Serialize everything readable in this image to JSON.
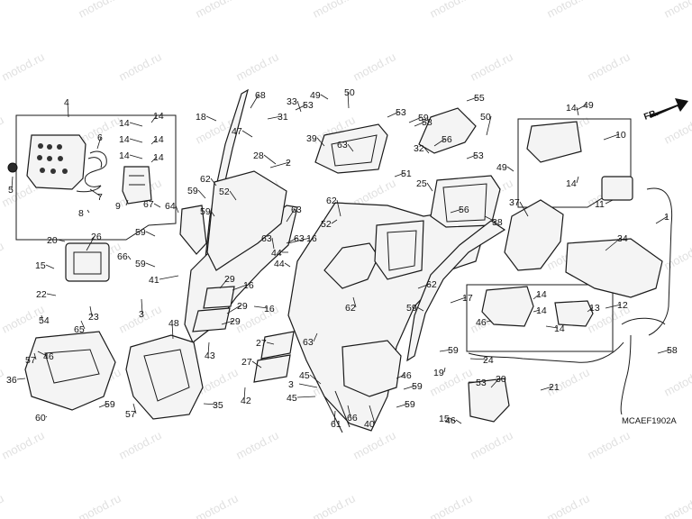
{
  "diagram": {
    "code": "MCAEF1902A",
    "direction_label": "FR.",
    "watermark_text": "motod.ru",
    "callouts": [
      "1",
      "2",
      "3",
      "3",
      "4",
      "5",
      "6",
      "7",
      "8",
      "9",
      "10",
      "11",
      "12",
      "13",
      "14",
      "14",
      "14",
      "14",
      "14",
      "14",
      "14",
      "14",
      "14",
      "14",
      "14",
      "15",
      "15",
      "16",
      "16",
      "16",
      "17",
      "18",
      "19",
      "20",
      "21",
      "22",
      "23",
      "24",
      "25",
      "26",
      "27",
      "27",
      "28",
      "29",
      "29",
      "29",
      "30",
      "31",
      "32",
      "33",
      "34",
      "35",
      "36",
      "37",
      "38",
      "39",
      "40",
      "41",
      "42",
      "43",
      "44",
      "44",
      "45",
      "45",
      "46",
      "46",
      "46",
      "46",
      "47",
      "48",
      "49",
      "49",
      "49",
      "50",
      "50",
      "51",
      "52",
      "52",
      "53",
      "53",
      "53",
      "53",
      "54",
      "55",
      "56",
      "56",
      "57",
      "57",
      "58",
      "58",
      "59",
      "59",
      "59",
      "59",
      "59",
      "59",
      "59",
      "59",
      "59",
      "59",
      "60",
      "61",
      "62",
      "62",
      "62",
      "62",
      "63",
      "63",
      "63",
      "63",
      "63",
      "64",
      "65",
      "66",
      "66",
      "67",
      "68"
    ]
  }
}
